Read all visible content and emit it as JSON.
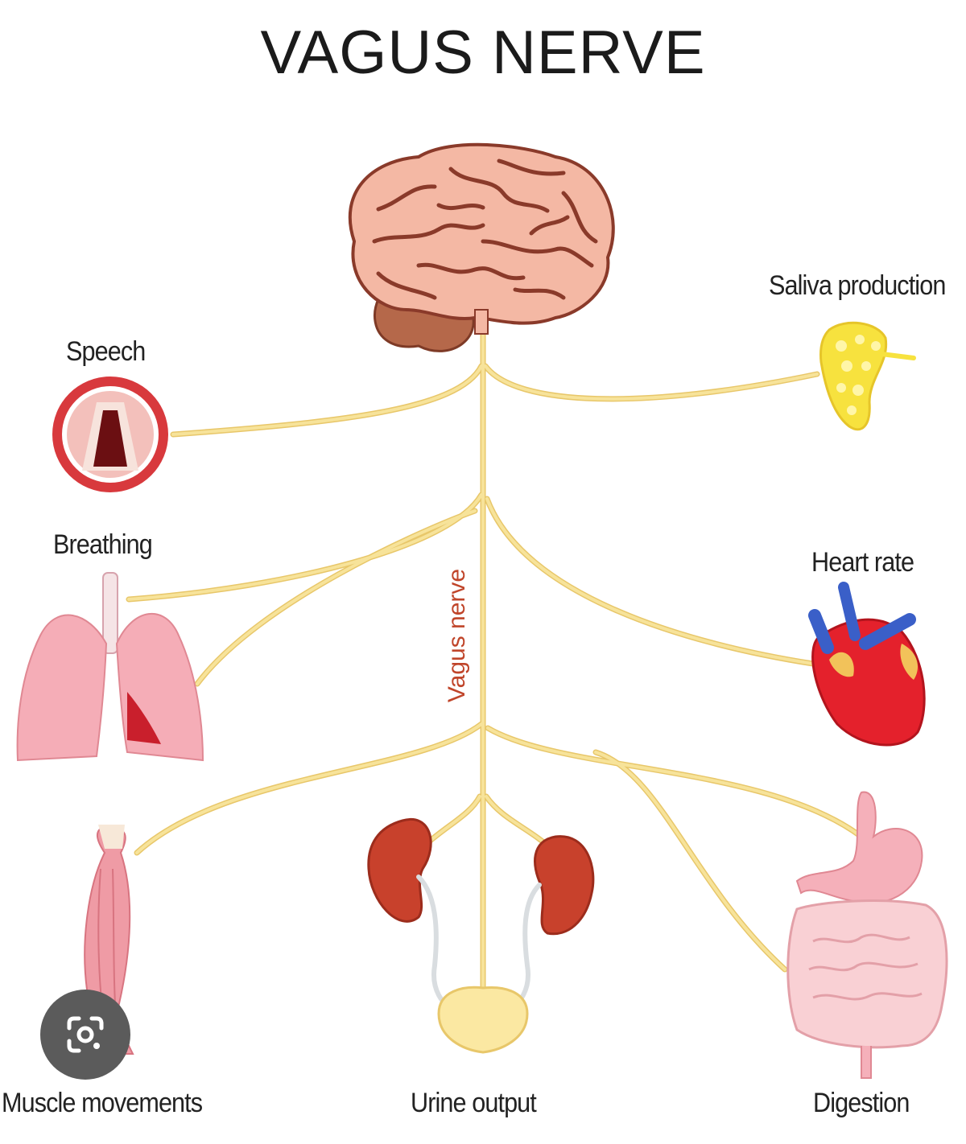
{
  "title": "VAGUS NERVE",
  "nerve_label": "Vagus nerve",
  "labels": {
    "speech": "Speech",
    "breathing": "Breathing",
    "saliva": "Saliva production",
    "heart": "Heart rate",
    "muscle": "Muscle movements",
    "urine": "Urine output",
    "digestion": "Digestion"
  },
  "colors": {
    "nerve": "#f7e39a",
    "nerve_outline": "#e8c76a",
    "nerve_label": "#c0452a",
    "brain": "#f4b8a4",
    "brain_folds": "#8a3a2a",
    "cerebellum": "#b5684a"
  },
  "icons": {
    "lens": "google-lens-icon"
  }
}
